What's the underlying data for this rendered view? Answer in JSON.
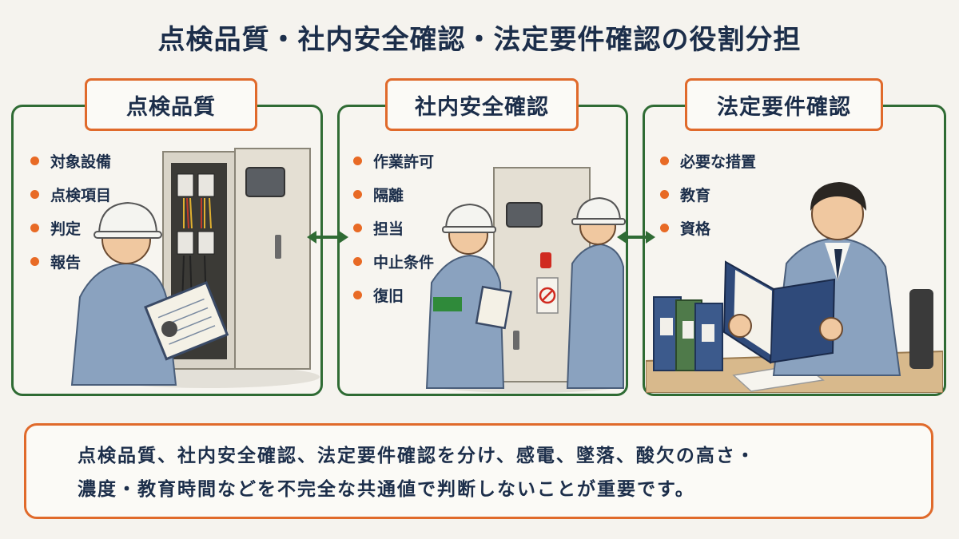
{
  "title": "点検品質・社内安全確認・法定要件確認の役割分担",
  "panels": [
    {
      "label": "点検品質",
      "items": [
        "対象設備",
        "点検項目",
        "判定",
        "報告"
      ]
    },
    {
      "label": "社内安全確認",
      "items": [
        "作業許可",
        "隔離",
        "担当",
        "中止条件",
        "復旧"
      ]
    },
    {
      "label": "法定要件確認",
      "items": [
        "必要な措置",
        "教育",
        "資格"
      ]
    }
  ],
  "summary": {
    "line1": "点検品質、社内安全確認、法定要件確認を分け、感電、墜落、酸欠の高さ・",
    "line2": "濃度・教育時間などを不完全な共通値で判断しないことが重要です。"
  },
  "colors": {
    "panel_border": "#2f6b34",
    "label_border": "#e06a2b",
    "bullet": "#e86a25",
    "text": "#1c2e4a",
    "background": "#f5f3ee"
  }
}
